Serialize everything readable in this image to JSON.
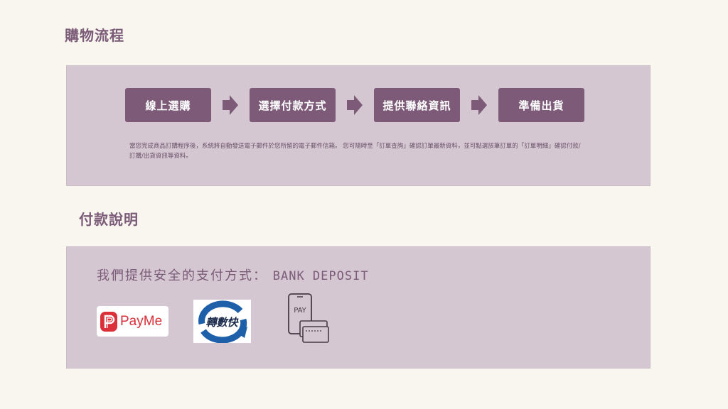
{
  "sections": {
    "shopping_title": "購物流程",
    "payment_title": "付款說明"
  },
  "steps": [
    {
      "label": "線上選購"
    },
    {
      "label": "選擇付款方式"
    },
    {
      "label": "提供聯絡資訊"
    },
    {
      "label": "準備出貨"
    }
  ],
  "flow_description": "當您完成商品訂購程序後，系統將自動發送電子郵件於您所留的電子郵件信箱。 您可隨時至「訂單查詢」確認訂單最新資料，並可點選該筆訂單的「訂單明細」確認付款/訂購/出貨資訊等資料。",
  "payment": {
    "heading": "我們提供安全的支付方式：",
    "method": "BANK DEPOSIT",
    "logos": {
      "payme": "PayMe",
      "fps": "轉數快",
      "pay_icon": "PAY"
    }
  },
  "colors": {
    "background": "#f8f6ef",
    "panel": "#d4c7d1",
    "accent": "#7c5a78",
    "payme_red": "#db2f3a",
    "fps_blue": "#1d5fa8"
  },
  "icons": [
    "arrow-right-icon",
    "payme-logo",
    "fps-logo",
    "phone-pay-card-icon"
  ]
}
